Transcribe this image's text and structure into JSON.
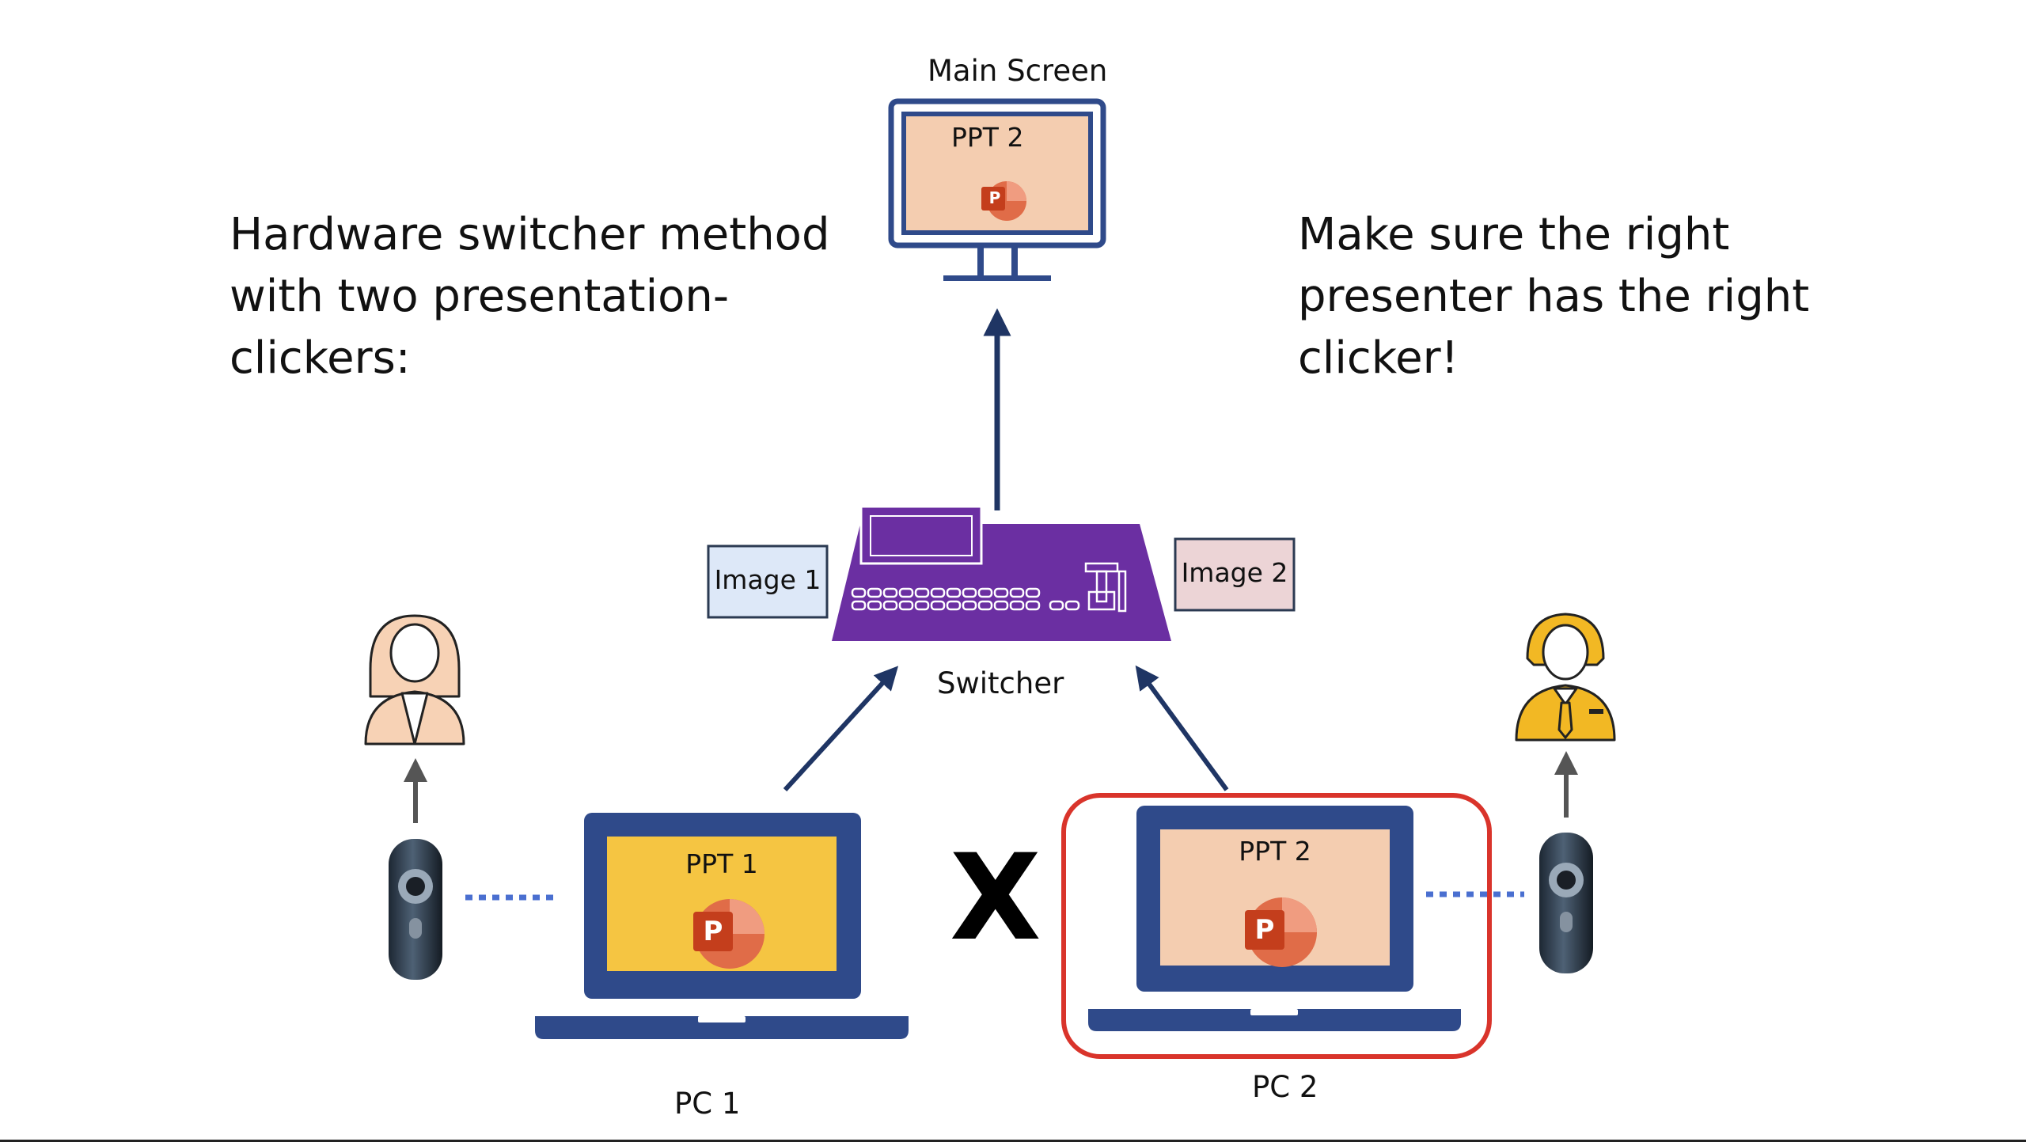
{
  "left_heading": [
    "Hardware switcher method",
    "with two presentation-",
    "clickers:"
  ],
  "right_heading": [
    "Make sure the right",
    "presenter has the right",
    "clicker!"
  ],
  "main_screen": {
    "label": "Main Screen",
    "slide": "PPT 2"
  },
  "switcher": {
    "label": "Switcher"
  },
  "image_inputs": [
    "Image 1",
    "Image 2"
  ],
  "pc1": {
    "label": "PC 1",
    "slide": "PPT 1"
  },
  "pc2": {
    "label": "PC 2",
    "slide": "PPT 2"
  },
  "cross_mark": "X",
  "app_icon_letter": "P",
  "colors": {
    "navy": "#2f4a8a",
    "arrow": "#1f3564",
    "switcher_purple": "#6b2fa2",
    "ppt1_fill": "#f5c542",
    "ppt2_fill": "#f4cdb0",
    "image1_fill": "#dde8f8",
    "image2_fill": "#ecd4d6",
    "highlight_red": "#d9342b",
    "powerpoint_red": "#c43e1c",
    "presenter_female": "#f7d2b5",
    "presenter_male": "#f2b824"
  }
}
